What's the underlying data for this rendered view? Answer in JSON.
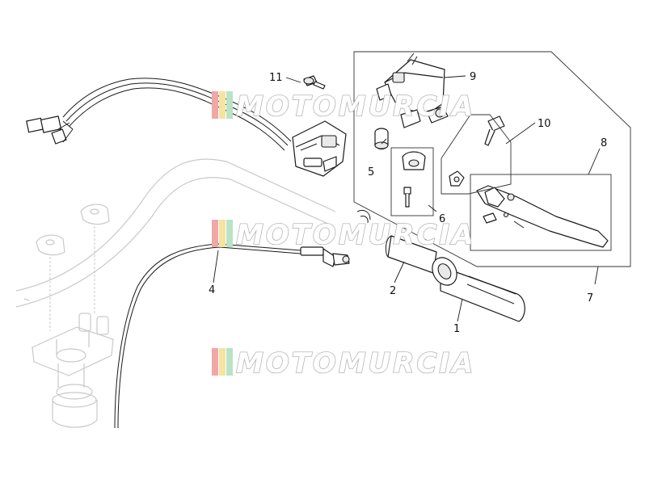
{
  "watermark": {
    "text": "MOTOMURCIA",
    "stripe_colors": [
      "#f2a7a7",
      "#f5e3a0",
      "#b9e3c4"
    ]
  },
  "callouts": [
    {
      "id": "1",
      "label": "1"
    },
    {
      "id": "2",
      "label": "2"
    },
    {
      "id": "4",
      "label": "4"
    },
    {
      "id": "5",
      "label": "5"
    },
    {
      "id": "6",
      "label": "6"
    },
    {
      "id": "7",
      "label": "7"
    },
    {
      "id": "8",
      "label": "8"
    },
    {
      "id": "9",
      "label": "9"
    },
    {
      "id": "10",
      "label": "10"
    },
    {
      "id": "11",
      "label": "11"
    }
  ],
  "colors": {
    "line": "#1a1a1a",
    "ghost": "#c9c9c9",
    "background": "#ffffff"
  }
}
